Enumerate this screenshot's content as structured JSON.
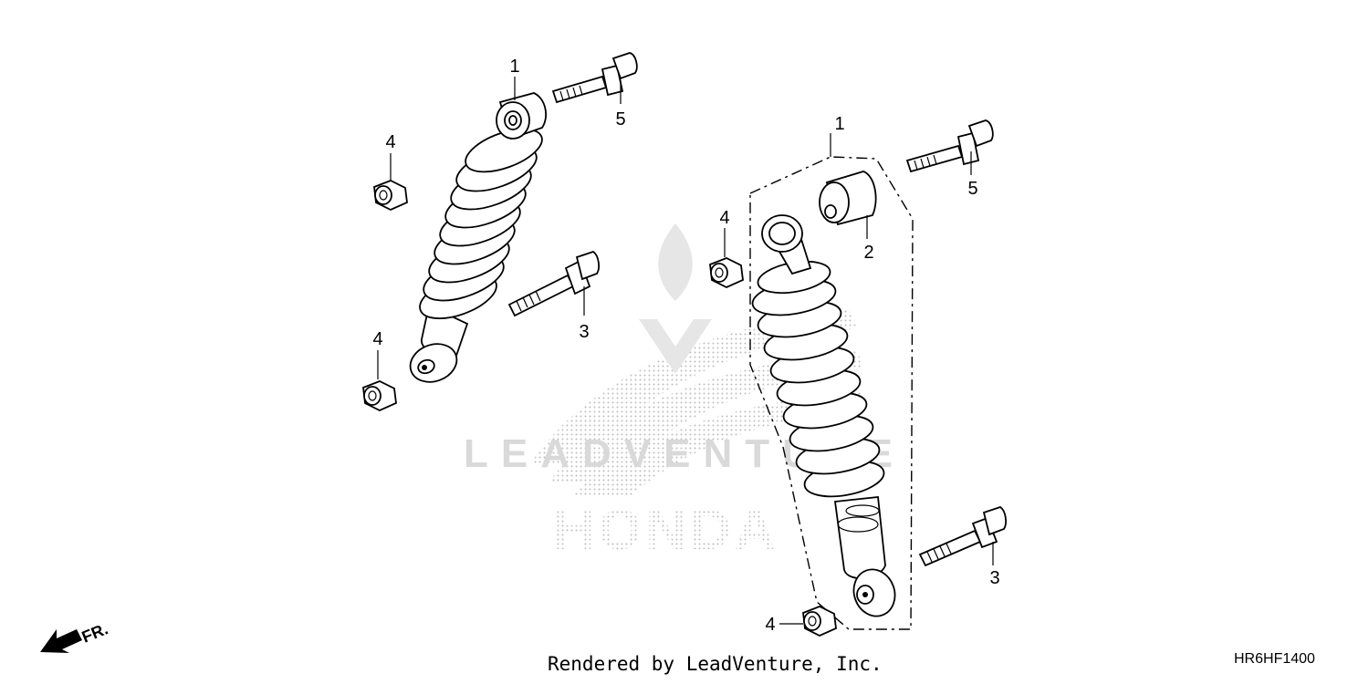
{
  "watermark": {
    "brand_text": "HONDA",
    "dealer_text": "LEADVENTURE"
  },
  "callouts": {
    "left_1": "1",
    "left_5": "5",
    "left_4_top": "4",
    "left_3": "3",
    "left_4_bottom": "4",
    "right_1": "1",
    "right_5": "5",
    "right_4_top": "4",
    "right_2": "2",
    "right_3": "3",
    "right_4_bottom": "4"
  },
  "direction_label": "FR.",
  "footer": {
    "credit": "Rendered by LeadVenture, Inc.",
    "diagram_code": "HR6HF1400"
  },
  "colors": {
    "line": "#000000",
    "watermark": "#d9d9d9",
    "background": "#ffffff"
  },
  "icons": {
    "front_arrow": "front-direction-arrow-icon"
  }
}
